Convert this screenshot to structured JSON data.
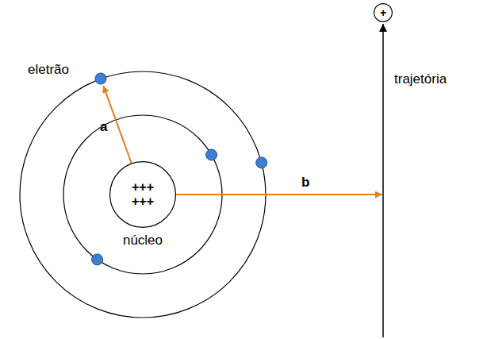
{
  "diagram": {
    "nodes": [
      {
        "text": [
          "+++ +++",
          "núcleo"
        ]
      },
      {
        "text": [
          "+"
        ]
      }
    ],
    "labels": [
      "eletrão",
      "a",
      "b",
      "trajetória"
    ]
  }
}
